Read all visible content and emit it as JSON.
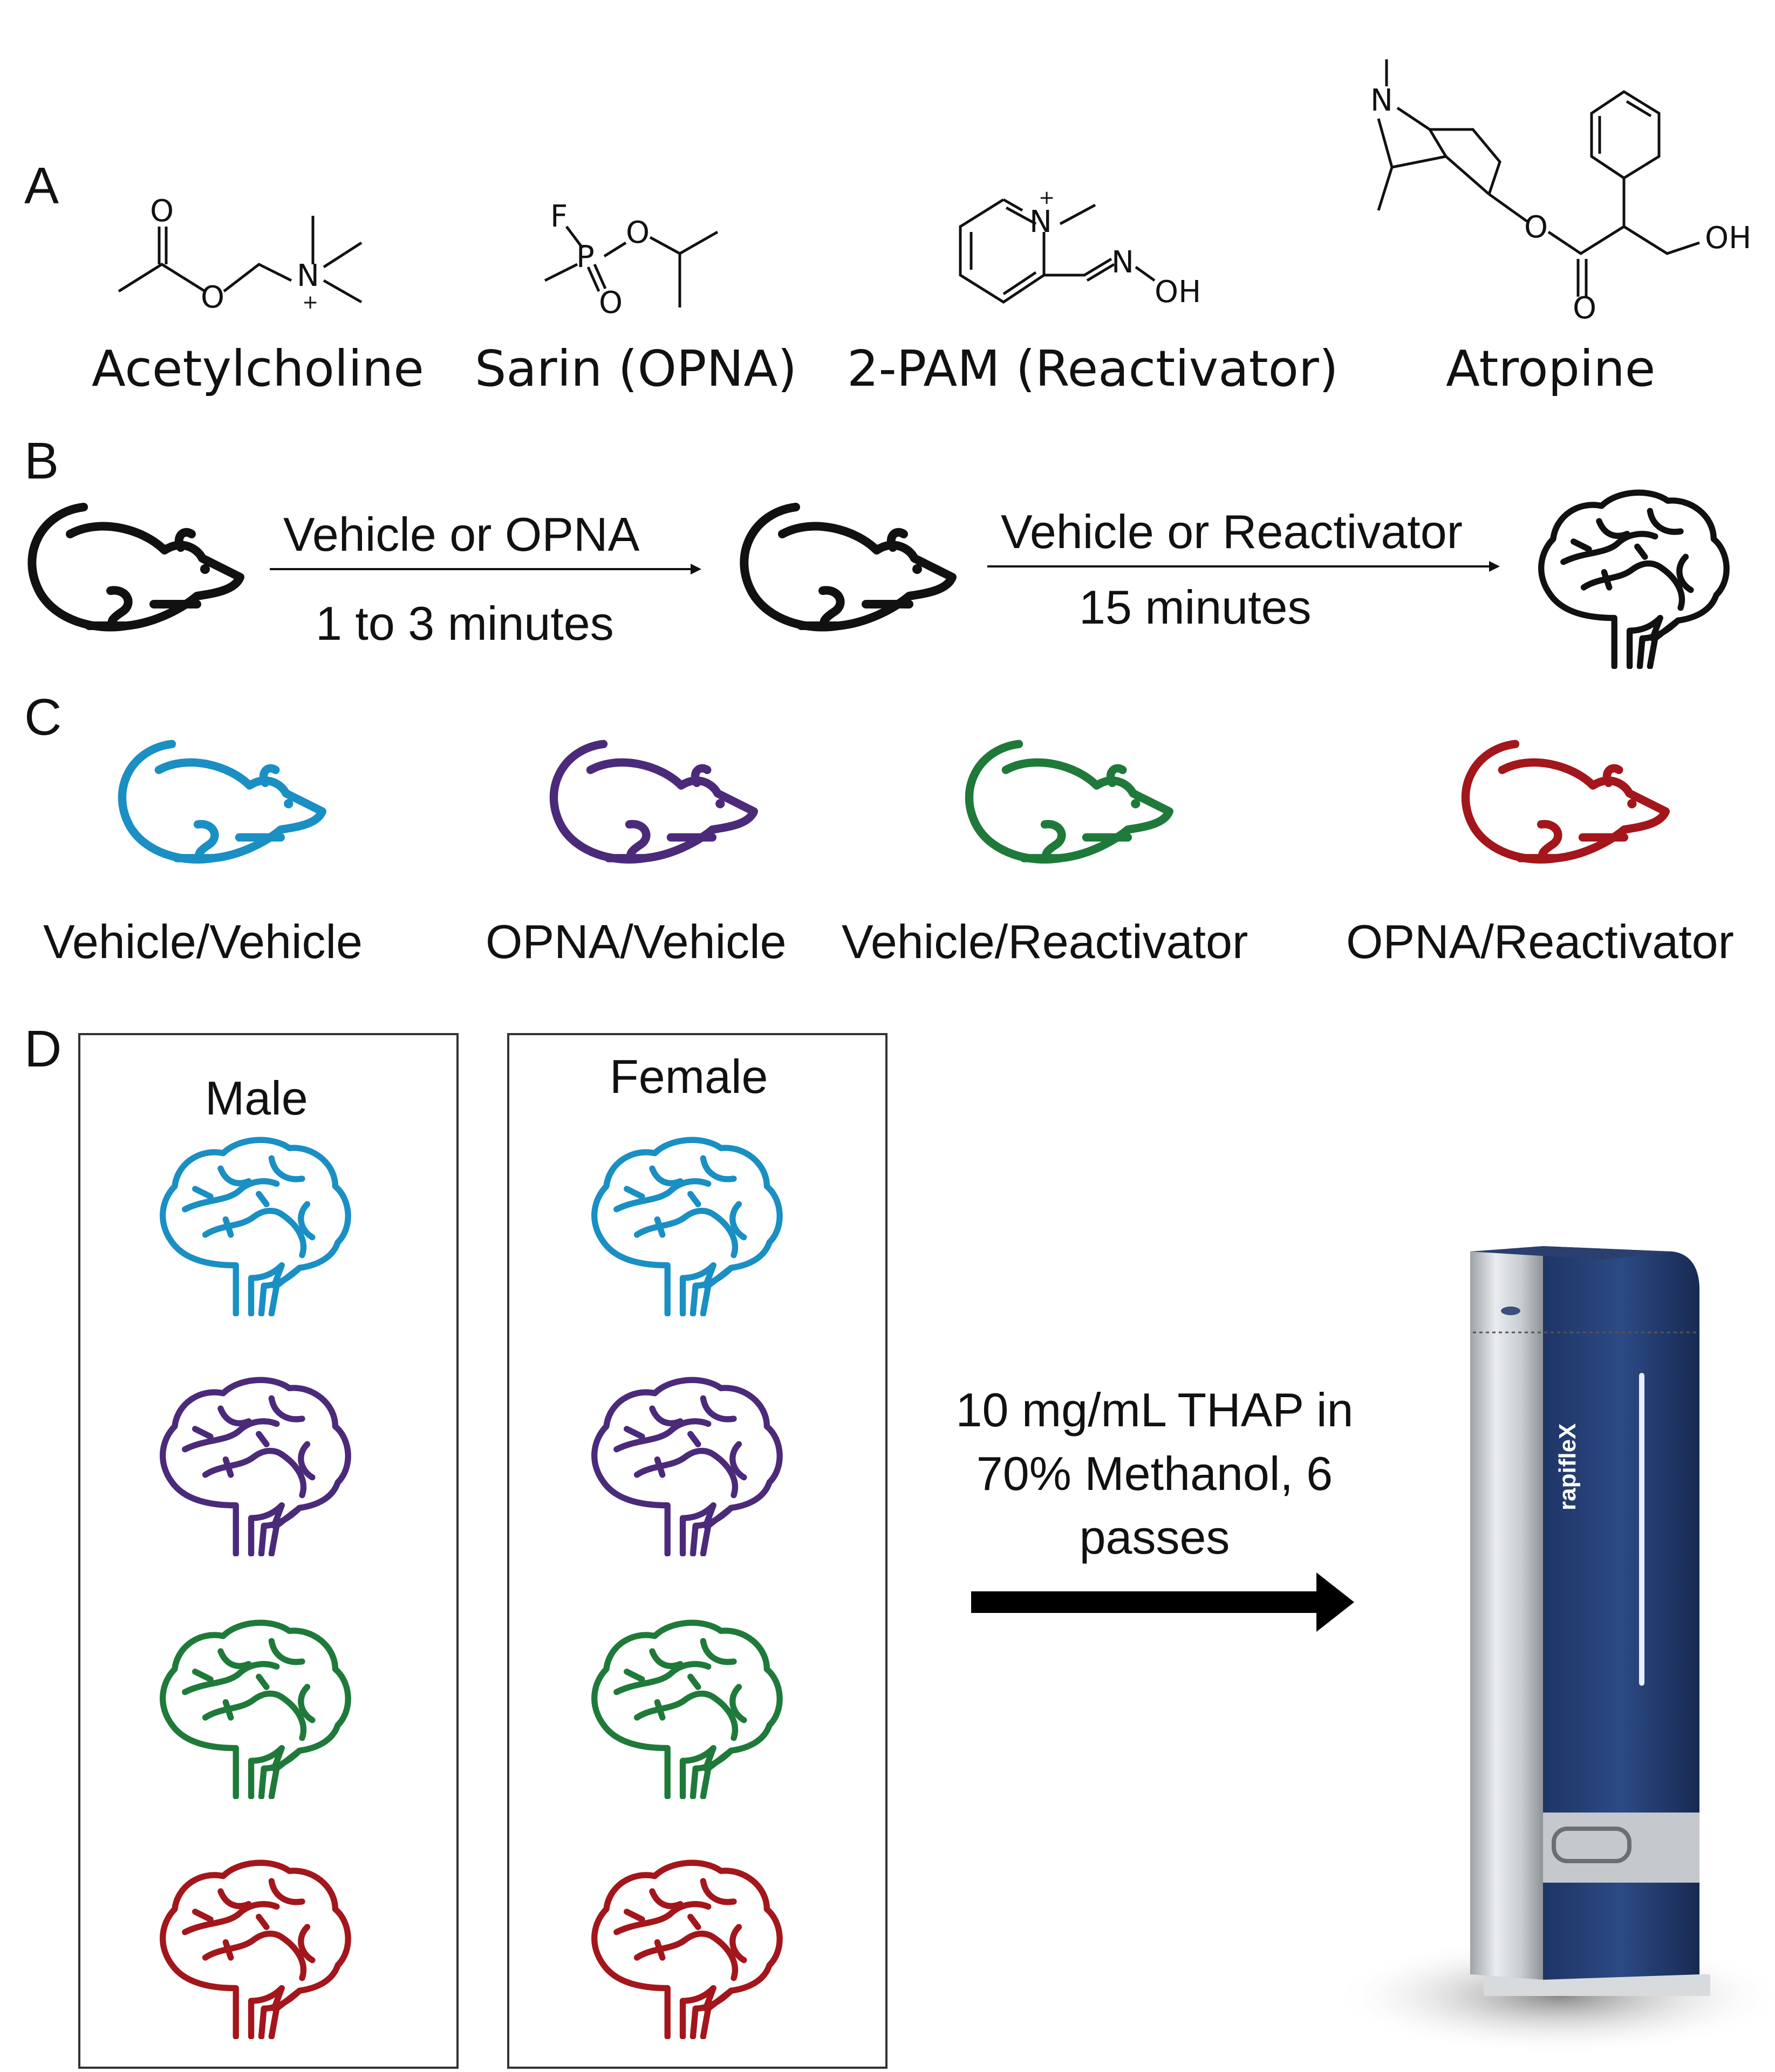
{
  "panels": {
    "a": "A",
    "b": "B",
    "c": "C",
    "d": "D"
  },
  "panel_a": {
    "molecules": [
      {
        "name": "Acetylcholine"
      },
      {
        "name": "Sarin (OPNA)"
      },
      {
        "name": "2-PAM (Reactivator)"
      },
      {
        "name": "Atropine"
      }
    ],
    "atoms": {
      "O": "O",
      "N": "N",
      "F": "F",
      "P": "P",
      "OH": "OH",
      "plus": "+"
    }
  },
  "panel_b": {
    "step1_top": "Vehicle  or OPNA",
    "step1_bottom": "1 to 3 minutes",
    "step2_top": "Vehicle  or Reactivator",
    "step2_bottom": "15 minutes"
  },
  "panel_c": {
    "groups": [
      {
        "label": "Vehicle/Vehicle",
        "color": "#1a8fc4"
      },
      {
        "label": "OPNA/Vehicle",
        "color": "#4b2a7a"
      },
      {
        "label": "Vehicle/Reactivator",
        "color": "#1f7a3a"
      },
      {
        "label": "OPNA/Reactivator",
        "color": "#a3161b"
      }
    ]
  },
  "panel_d": {
    "male_label": "Male",
    "female_label": "Female",
    "matrix_line1": "10 mg/mL THAP in",
    "matrix_line2": "70% Methanol, 6",
    "matrix_line3": "passes",
    "instrument_brand": "rapifleX"
  }
}
